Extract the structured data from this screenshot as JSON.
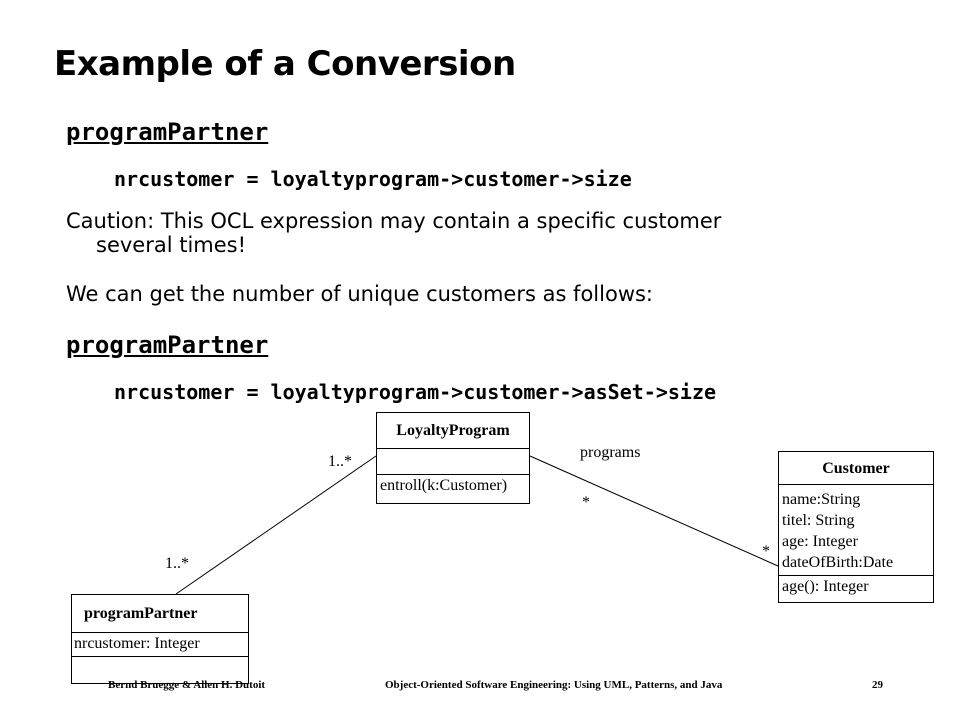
{
  "slide": {
    "title": "Example of a Conversion",
    "block1": {
      "heading": "programPartner",
      "expression": "nrcustomer = loyaltyprogram->customer->size"
    },
    "caution_line1": "Caution: This OCL expression may contain a specific customer",
    "caution_line2": "several times!",
    "intro": "We can  get the number of unique customers as follows:",
    "block2": {
      "heading": "programPartner",
      "expression": "nrcustomer = loyaltyprogram->customer->asSet->size"
    }
  },
  "diagram": {
    "loyalty_program": {
      "name": "LoyaltyProgram",
      "operation": "entroll(k:Customer)"
    },
    "customer": {
      "name": "Customer",
      "attributes": [
        "name:String",
        "titel: String",
        "age:  Integer",
        "dateOfBirth:Date"
      ],
      "operation": "age():   Integer"
    },
    "program_partner": {
      "name": "programPartner",
      "attribute": "nrcustomer:    Integer"
    },
    "multiplicity_lp_partner_side": "1..*",
    "multiplicity_partner_side": "1..*",
    "role_programs": "programs",
    "multiplicity_lp_customer_side": "*",
    "multiplicity_customer_side": "*"
  },
  "footer": {
    "authors": "Bernd Bruegge & Allen H. Dutoit",
    "book": "Object-Oriented Software Engineering: Using UML, Patterns, and Java",
    "page": "29"
  }
}
